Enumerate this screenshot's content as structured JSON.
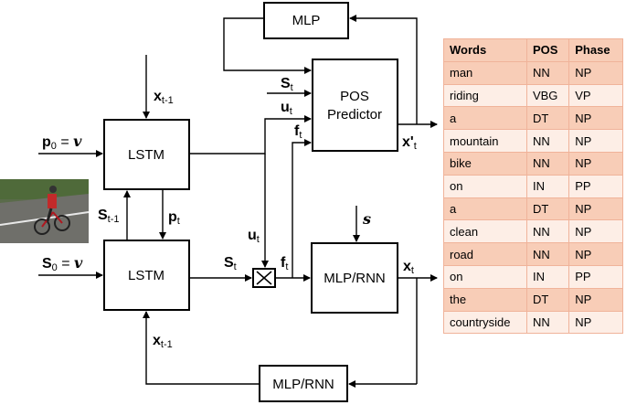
{
  "boxes": {
    "mlp_top": "MLP",
    "pos_predictor_line1": "POS",
    "pos_predictor_line2": "Predictor",
    "lstm_top": "LSTM",
    "lstm_bottom": "LSTM",
    "mlp_rnn_right": "MLP/RNN",
    "mlp_rnn_bottom": "MLP/RNN"
  },
  "labels": {
    "x_tm1_top": {
      "base": "x",
      "sub": "t-1"
    },
    "x_tm1_bottom": {
      "base": "x",
      "sub": "t-1"
    },
    "p0": {
      "base": "p",
      "sub": "0",
      "eq": " = ",
      "val": "v"
    },
    "s0": {
      "base": "S",
      "sub": "0",
      "eq": " = ",
      "val": "v"
    },
    "s_t_pos": {
      "base": "S",
      "sub": "t"
    },
    "u_t_pos": {
      "base": "u",
      "sub": "t"
    },
    "f_t_pos": {
      "base": "f",
      "sub": "t"
    },
    "x_prime_t": {
      "base": "x'",
      "sub": "t"
    },
    "s_tm1": {
      "base": "S",
      "sub": "t-1"
    },
    "p_t": {
      "base": "p",
      "sub": "t"
    },
    "u_t_mid": {
      "base": "u",
      "sub": "t"
    },
    "s_t_mid": {
      "base": "S",
      "sub": "t"
    },
    "f_t_mid": {
      "base": "f",
      "sub": "t"
    },
    "x_t_out": {
      "base": "x",
      "sub": "t"
    },
    "s_input": "s",
    "multiply_symbol": "×"
  },
  "colors": {
    "table_header_bg": "#f8cdb7",
    "table_row_dark": "#f8cdb7",
    "table_row_light": "#fdeee6",
    "table_border": "#f0b39a"
  },
  "table": {
    "headers": [
      "Words",
      "POS",
      "Phase"
    ],
    "rows": [
      [
        "man",
        "NN",
        "NP"
      ],
      [
        "riding",
        "VBG",
        "VP"
      ],
      [
        "a",
        "DT",
        "NP"
      ],
      [
        "mountain",
        "NN",
        "NP"
      ],
      [
        "bike",
        "NN",
        "NP"
      ],
      [
        "on",
        "IN",
        "PP"
      ],
      [
        "a",
        "DT",
        "NP"
      ],
      [
        "clean",
        "NN",
        "NP"
      ],
      [
        "road",
        "NN",
        "NP"
      ],
      [
        "on",
        "IN",
        "PP"
      ],
      [
        "the",
        "DT",
        "NP"
      ],
      [
        "countryside",
        "NN",
        "NP"
      ]
    ]
  }
}
